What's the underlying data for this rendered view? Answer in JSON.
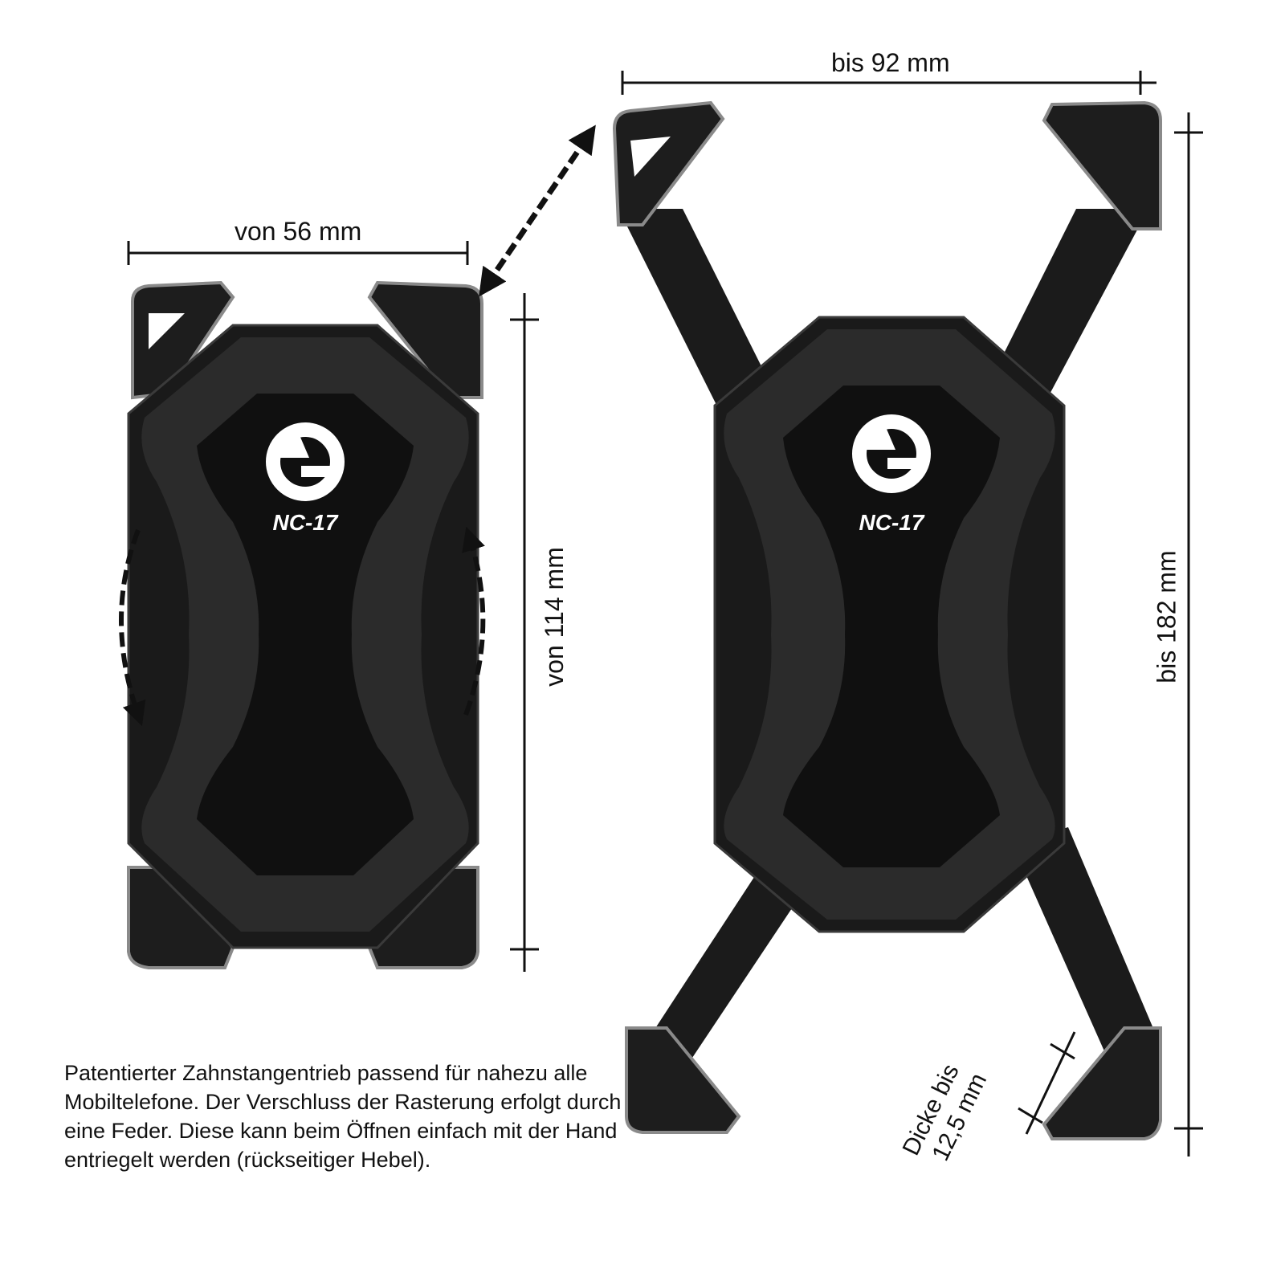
{
  "diagram": {
    "subject": "Smartphone bicycle holder (compact and extended states)",
    "brand_logo": "NC-17",
    "dimensions": {
      "closed_width": "von 56 mm",
      "closed_height": "von 114 mm",
      "open_width": "bis 92 mm",
      "open_height": "bis 182 mm",
      "thickness_line1": "Dicke bis",
      "thickness_line2": "12,5 mm"
    },
    "description": "Patentierter Zahnstangentrieb passend für nahezu alle Mobiltelefone. Der Verschluss der Rasterung erfolgt durch eine Feder. Diese kann beim Öffnen einfach mit der Hand entriegelt werden (rückseitiger Hebel).",
    "colors": {
      "background": "#ffffff",
      "body": "#1c1c1c",
      "foam": "#2a2a2a",
      "pad": "#111111",
      "corner_highlight": "#8a8a8a",
      "annotation": "#111111"
    }
  }
}
